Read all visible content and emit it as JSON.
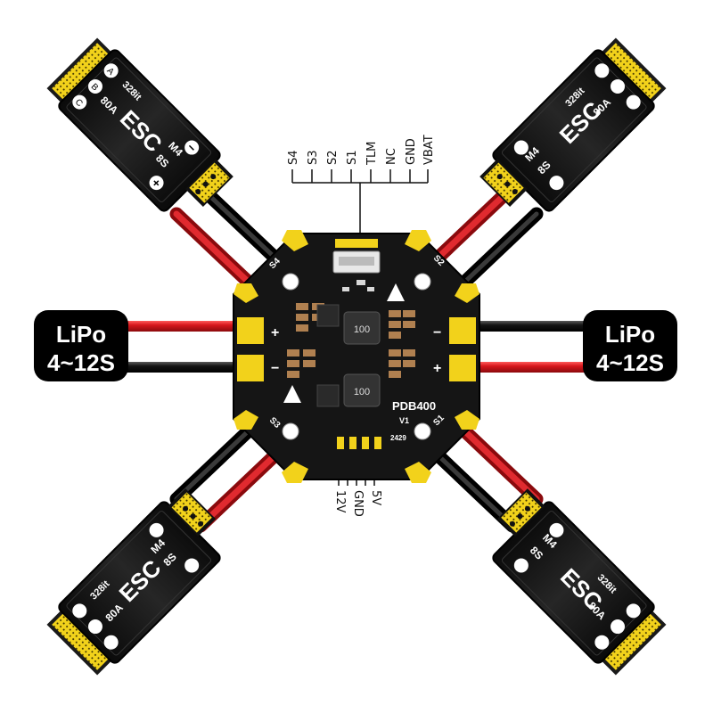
{
  "top_connector": {
    "pins": [
      "S4",
      "S3",
      "S2",
      "S1",
      "TLM",
      "NC",
      "GND",
      "VBAT"
    ]
  },
  "bottom_connector": {
    "pins": [
      "12V",
      "GND",
      "5V"
    ]
  },
  "board": {
    "name": "PDB400",
    "version": "V1",
    "date_code": "2429",
    "motor_labels": [
      "S1",
      "S2",
      "S3",
      "S4"
    ],
    "plus_sign": "+",
    "minus_sign": "−",
    "inductor_code": "100"
  },
  "battery_left": {
    "line1": "LiPo",
    "line2": "4~12S"
  },
  "battery_right": {
    "line1": "LiPo",
    "line2": "4~12S"
  },
  "esc": {
    "brand": "328it",
    "rating": "80A",
    "type": "ESC",
    "model": "M4",
    "cells": "8S",
    "plus": "+",
    "minus": "−",
    "phases": [
      "A",
      "B",
      "C"
    ]
  },
  "colors": {
    "pcb": "#151515",
    "pad": "#f2d21b",
    "wire_red": "#d6161b",
    "wire_black": "#0d0d0d",
    "esc_body": "#1a1a1a",
    "label_bg": "#000000"
  }
}
